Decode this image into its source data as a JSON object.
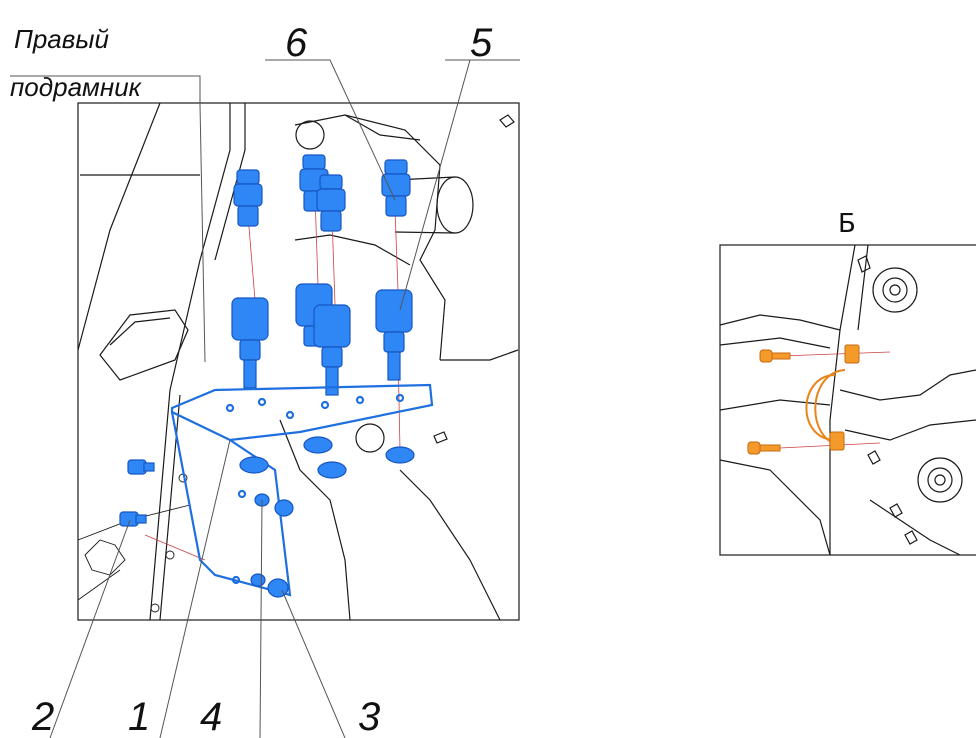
{
  "main_view": {
    "subframe_label_line1": "Правый",
    "subframe_label_line2": "подрамник",
    "callouts": {
      "c1": "1",
      "c2": "2",
      "c3": "3",
      "c4": "4",
      "c5": "5",
      "c6": "6"
    }
  },
  "detail_view": {
    "letter": "Б"
  },
  "colors": {
    "hydraulic_parts": "#2f86f5",
    "clamp_parts": "#f49a2a"
  }
}
